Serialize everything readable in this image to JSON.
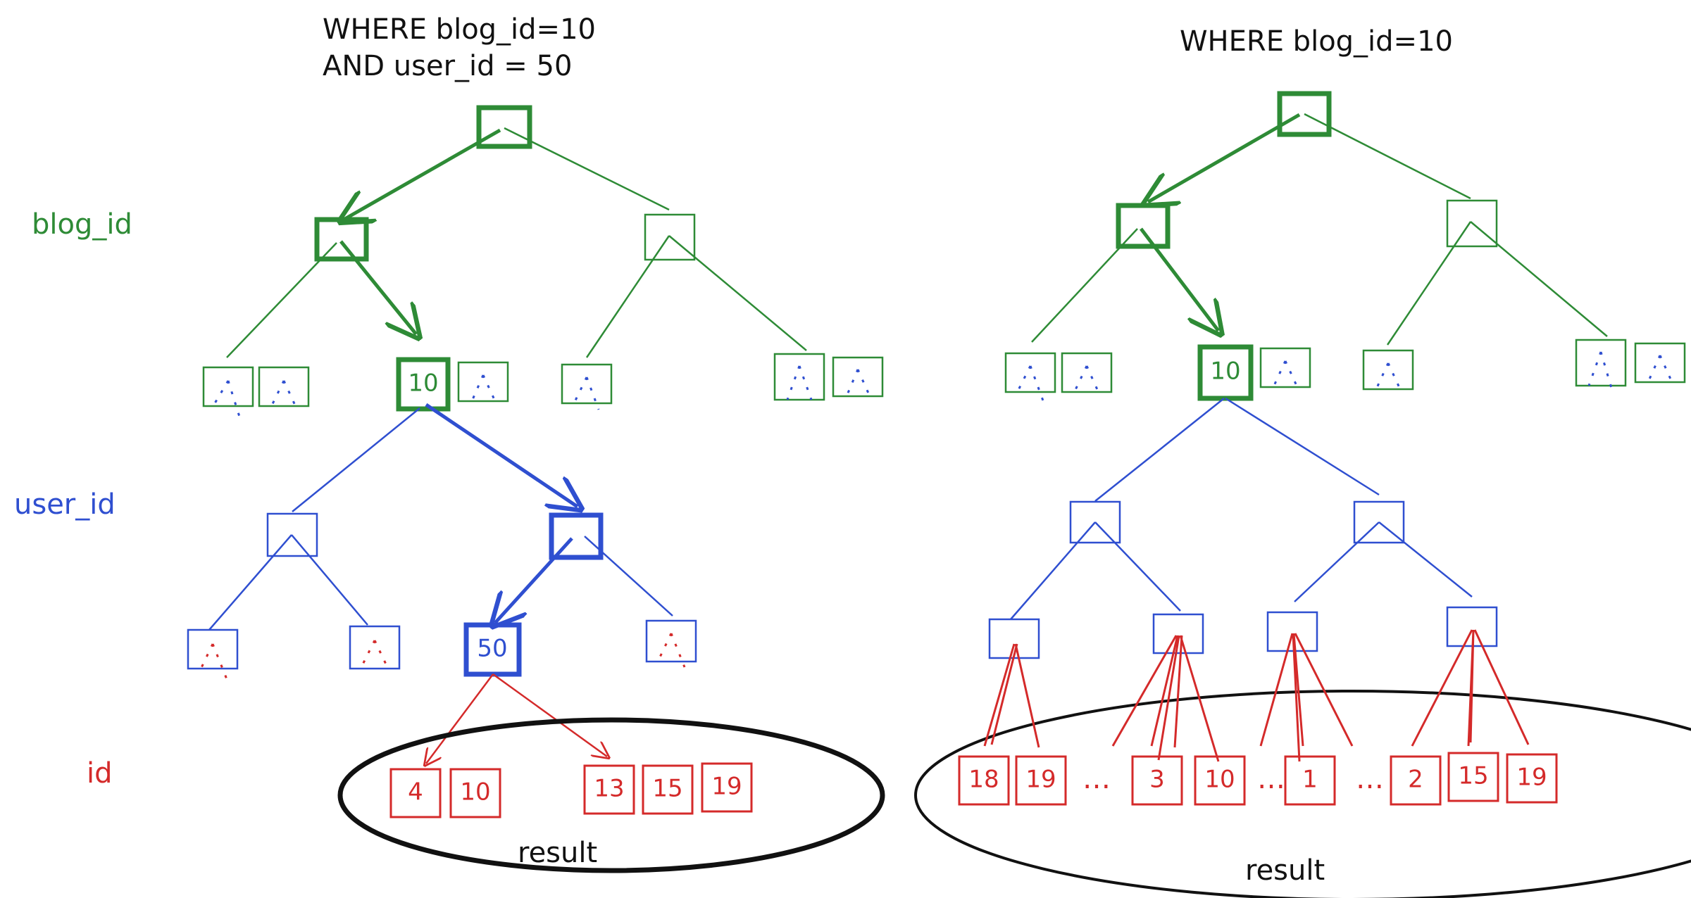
{
  "colors": {
    "green": "#2e8b36",
    "blue": "#2f4fd0",
    "red": "#d42a2a",
    "black": "#111111"
  },
  "left": {
    "query_line1": "WHERE blog_id=10",
    "query_line2": "AND user_id = 50",
    "blog_node_value": "10",
    "user_node_value": "50",
    "ids": [
      "4",
      "10",
      "13",
      "15",
      "19"
    ],
    "result_label": "result"
  },
  "right": {
    "query_line1": "WHERE blog_id=10",
    "blog_node_value": "10",
    "ids": [
      "18",
      "19",
      "…",
      "3",
      "10",
      "…",
      "1",
      "…",
      "2",
      "15",
      "19"
    ],
    "result_label": "result"
  },
  "level_labels": {
    "blog_id": "blog_id",
    "user_id": "user_id",
    "id": "id"
  }
}
